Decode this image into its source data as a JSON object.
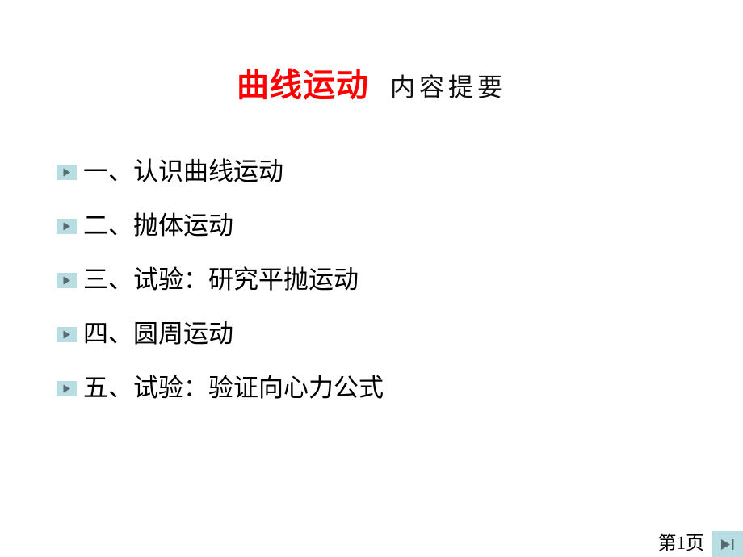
{
  "slide": {
    "title": {
      "main": "曲线运动",
      "main_color": "#ff0000",
      "subtitle": "内容提要",
      "subtitle_color": "#101010"
    },
    "outline": {
      "bullet_icon": "play-triangle-icon",
      "bullet_bg_color": "#b8dde2",
      "bullet_glyph_color": "#5a6b70",
      "items": [
        {
          "label": "一、认识曲线运动"
        },
        {
          "label": "二、抛体运动"
        },
        {
          "label": "三、试验：研究平抛运动"
        },
        {
          "label": "四、圆周运动"
        },
        {
          "label": "五、试验：验证向心力公式"
        }
      ]
    },
    "footer": {
      "page_label": "第1页",
      "next_button_icon": "skip-to-next-icon",
      "next_button_bg_color": "#b8dde2"
    },
    "background_color": "#ffffff"
  }
}
